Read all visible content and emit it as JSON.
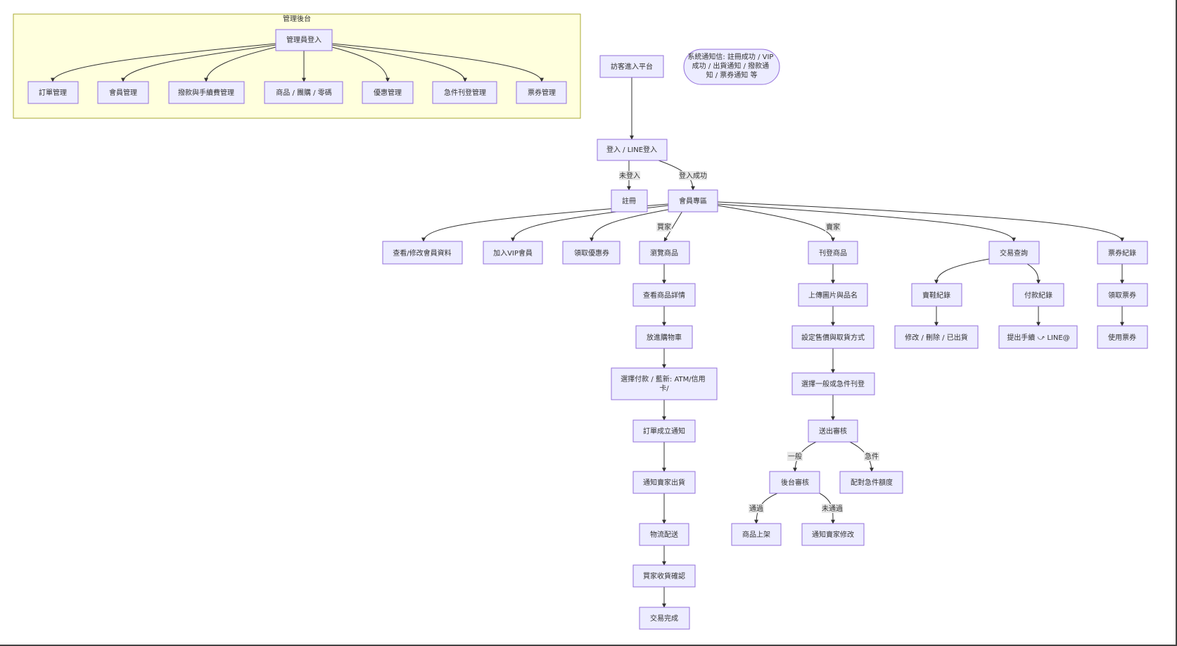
{
  "cluster": {
    "title": "管理後台"
  },
  "nodes": {
    "admin_login": "管理員登入",
    "order_mgmt": "訂單管理",
    "member_mgmt": "會員管理",
    "payout_mgmt": "撥款與手續費管理",
    "product_mgmt": "商品 / 團購 / 零碼",
    "promo_mgmt": "優惠管理",
    "urgent_mgmt": "急件刊登管理",
    "ticket_mgmt": "票券管理",
    "visitor": "訪客進入平台",
    "notice": "系統通知信: 註冊成功 / VIP 成功 / 出貨通知 / 撥款通 知 / 票券通知 等",
    "login": "登入 / LINE登入",
    "register": "註冊",
    "member_zone": "會員專區",
    "edit_profile": "查看/修改會員資料",
    "join_vip": "加入VIP會員",
    "get_coupon": "領取優惠券",
    "browse": "瀏覽商品",
    "list_item": "刊登商品",
    "txn_query": "交易查詢",
    "ticket_record": "票券紀錄",
    "view_detail": "查看商品詳情",
    "add_cart": "放進購物車",
    "choose_pay": "選擇付款 / 藍新: ATM/信用 卡/",
    "order_notice": "訂單成立通知",
    "notify_ship": "通知賣家出貨",
    "logistics": "物流配送",
    "buyer_confirm": "買家收貨確認",
    "done": "交易完成",
    "upload": "上傳圖片與品名",
    "set_sale": "設定售價與取貨方式",
    "choose_type": "選擇一般或急件刊登",
    "submit_review": "送出審核",
    "backend_review": "後台審核",
    "urgent_quota": "配對急件額度",
    "on_shelf": "商品上架",
    "notify_edit": "通知賣家修改",
    "sell_record": "賣鞋紀錄",
    "pay_record": "付款紀錄",
    "edit_del": "修改 / 刪除 / 已出貨",
    "withdraw": "提出手續 ⤻ LINE@",
    "get_ticket": "領取票券",
    "use_ticket": "使用票券"
  },
  "edge_labels": {
    "not_logged": "未登入",
    "login_ok": "登入成功",
    "buyer": "買家",
    "seller": "賣家",
    "normal": "一般",
    "urgent": "急件",
    "pass": "通過",
    "fail": "未通過"
  },
  "colors": {
    "node_fill": "#ECECFF",
    "node_stroke": "#9370DB",
    "cluster_fill": "#ffffde",
    "cluster_stroke": "#aaaa33",
    "edge": "#333333"
  }
}
